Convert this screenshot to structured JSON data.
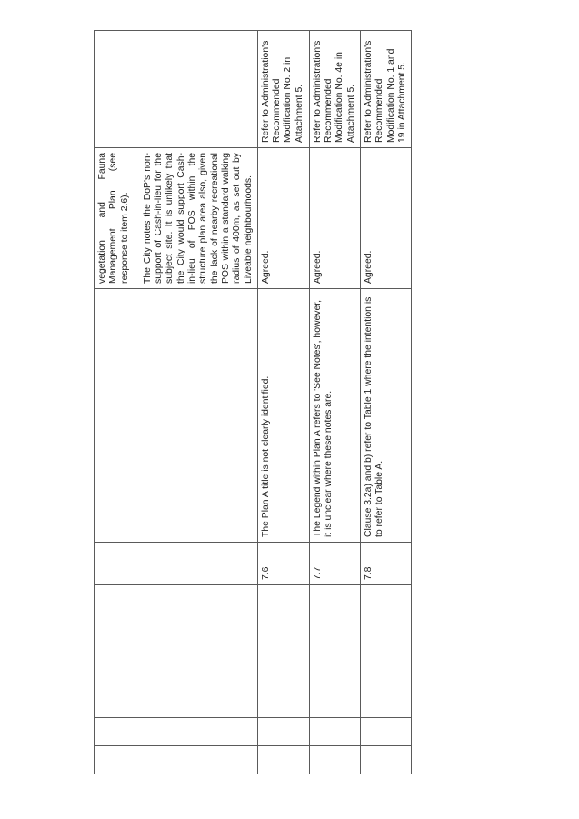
{
  "rows": [
    {
      "no": "",
      "issue": "",
      "response_paragraphs": [
        "vegetation and Fauna Management Plan (see response to item 2.6).",
        "The City notes the DoP's non-support of Cash-in-lieu for the subject site. It is unlikely that the City would support Cash-in-lieu of POS within the structure plan area also, given the lack of nearby recreational POS within a standard walking radius of 400m, as set out by Liveable neighbourhoods."
      ],
      "recommendation_lines": []
    },
    {
      "no": "7.6",
      "issue": "The Plan A title is not clearly identified.",
      "response_paragraphs": [
        "Agreed."
      ],
      "recommendation_lines": [
        "Refer to Administration's",
        "Recommended",
        "Modification No. 2 in",
        "Attachment 5."
      ]
    },
    {
      "no": "7.7",
      "issue": "The Legend within Plan A refers to 'See Notes', however, it is unclear where these notes are.",
      "response_paragraphs": [
        "Agreed."
      ],
      "recommendation_lines": [
        "Refer to Administration's",
        "Recommended",
        "Modification No. 4e in",
        "Attachment 5."
      ]
    },
    {
      "no": "7.8",
      "issue": "Clause 3.2a) and b) refer to Table 1 where the intention is to refer to Table A.",
      "response_paragraphs": [
        "Agreed."
      ],
      "recommendation_lines": [
        "Refer to Administration's",
        "Recommended",
        "Modification No. 1 and",
        "19 in Attachment 5."
      ]
    }
  ]
}
